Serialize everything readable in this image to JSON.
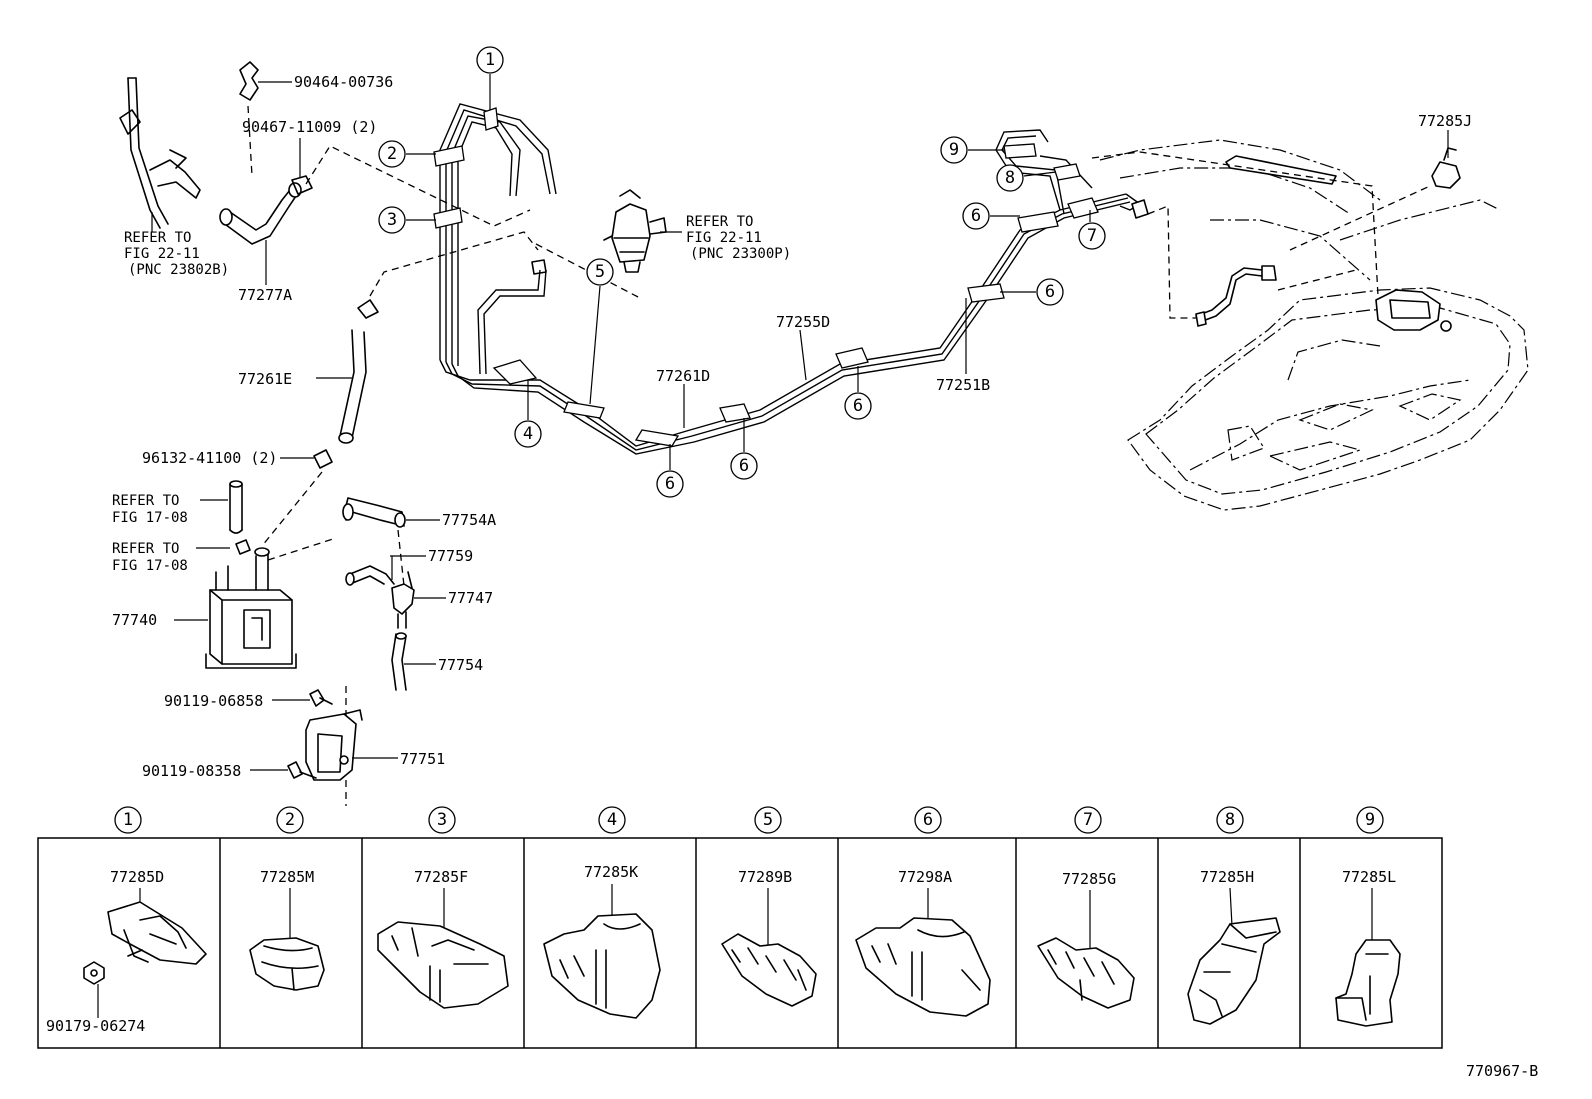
{
  "labels": {
    "p90464": "90464-00736",
    "p90467": "90467-11009 (2)",
    "ref1_a": "REFER TO",
    "ref1_b": "FIG 22-11",
    "ref1_c": "(PNC 23802B)",
    "p77277A": "77277A",
    "ref2_a": "REFER TO",
    "ref2_b": "FIG 22-11",
    "ref2_c": "(PNC 23300P)",
    "p77261E": "77261E",
    "p96132": "96132-41100 (2)",
    "ref3_a": "REFER TO",
    "ref3_b": "FIG 17-08",
    "ref4_a": "REFER TO",
    "ref4_b": "FIG 17-08",
    "p77754A": "77754A",
    "p77759": "77759",
    "p77747": "77747",
    "p77740": "77740",
    "p77754": "77754",
    "p90119a": "90119-06858",
    "p90119b": "90119-08358",
    "p77751": "77751",
    "p77261D": "77261D",
    "p77255D": "77255D",
    "p77251B": "77251B",
    "p77285J": "77285J",
    "diagram_code": "770967-B"
  },
  "callouts": {
    "c1": "1",
    "c2": "2",
    "c3": "3",
    "c4": "4",
    "c5": "5",
    "c6a": "6",
    "c6b": "6",
    "c6c": "6",
    "c6d": "6",
    "c6e": "6",
    "c7": "7",
    "c8": "8",
    "c9": "9"
  },
  "table": {
    "headers": [
      "1",
      "2",
      "3",
      "4",
      "5",
      "6",
      "7",
      "8",
      "9"
    ],
    "parts": [
      "77285D",
      "77285M",
      "77285F",
      "77285K",
      "77289B",
      "77298A",
      "77285G",
      "77285H",
      "77285L"
    ],
    "extra": "90179-06274"
  }
}
